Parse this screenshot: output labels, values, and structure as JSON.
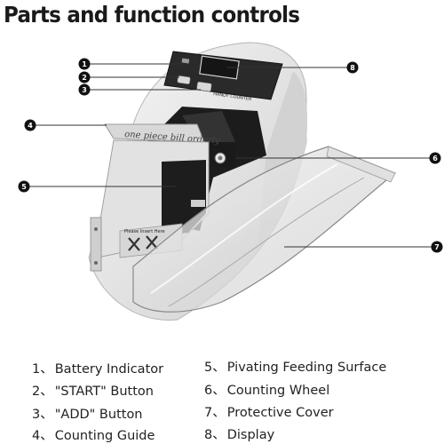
{
  "title": "Parts and function controls",
  "device": {
    "guide_text": "one piece bill orderly",
    "panel_text": "HANDY COUNTER",
    "tray_text": "Please Insert Here"
  },
  "callouts": [
    {
      "id": 1,
      "label": "Battery Indicator"
    },
    {
      "id": 2,
      "label": "\"START\" Button"
    },
    {
      "id": 3,
      "label": "\"ADD\" Button"
    },
    {
      "id": 4,
      "label": "Counting Guide"
    },
    {
      "id": 5,
      "label": "Pivating Feeding Surface"
    },
    {
      "id": 6,
      "label": "Counting Wheel"
    },
    {
      "id": 7,
      "label": "Protective Cover"
    },
    {
      "id": 8,
      "label": "Display"
    }
  ],
  "legend": {
    "left": [
      {
        "num": "1、",
        "label": "Battery Indicator"
      },
      {
        "num": "2、",
        "label": "\"START\" Button"
      },
      {
        "num": "3、",
        "label": "\"ADD\" Button"
      },
      {
        "num": "4、",
        "label": "Counting Guide"
      }
    ],
    "right": [
      {
        "num": "5、",
        "label": "Pivating Feeding Surface"
      },
      {
        "num": "6、",
        "label": "Counting Wheel"
      },
      {
        "num": "7、",
        "label": "Protective Cover"
      },
      {
        "num": "8、",
        "label": "Display"
      }
    ]
  },
  "colors": {
    "marker": "#111111",
    "body": "#e9e9e9",
    "shadow": "#bdbdbd",
    "slot": "#1c1c1c"
  }
}
